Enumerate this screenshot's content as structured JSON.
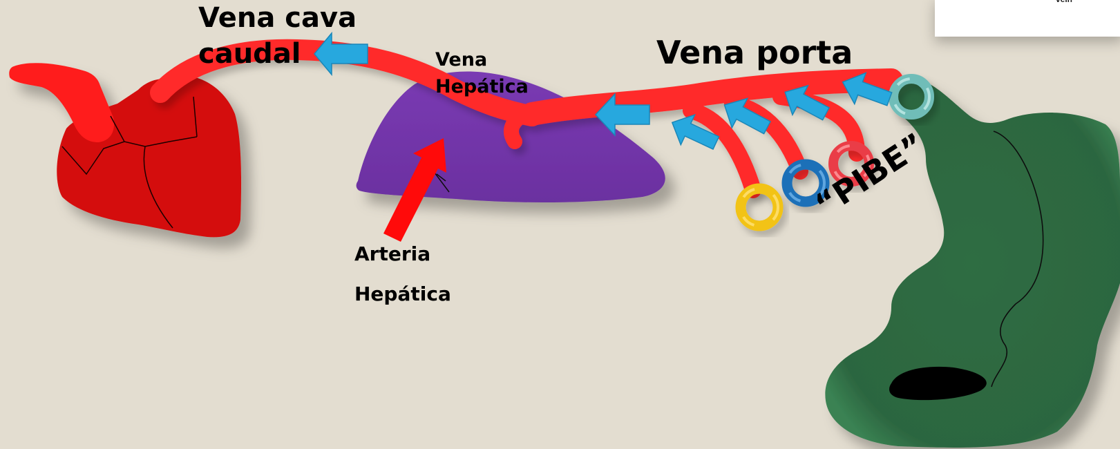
{
  "labels": {
    "vena_cava_line1": "Vena cava",
    "vena_cava_line2": "caudal",
    "vena_porta": "Vena porta",
    "vena_hepatica_line1": "Vena",
    "vena_hepatica_line2": "Hepática",
    "arteria_line1": "Arteria",
    "arteria_line2": "Hepática",
    "pibe": "“PIBE”",
    "corner_card_text": "vein"
  },
  "colors": {
    "background": "#e3ddd0",
    "heart": "#d40c0c",
    "vessel": "#ff2a2a",
    "liver": "#7236a8",
    "intestine": "#2f6b42",
    "flow_arrow": "#27a8de",
    "artery_arrow": "#ff0a0a",
    "ring_yellow": "#f2c313",
    "ring_blue": "#1d6fb8",
    "ring_red": "#ea3e46",
    "ring_teal": "#6fbdb8"
  }
}
